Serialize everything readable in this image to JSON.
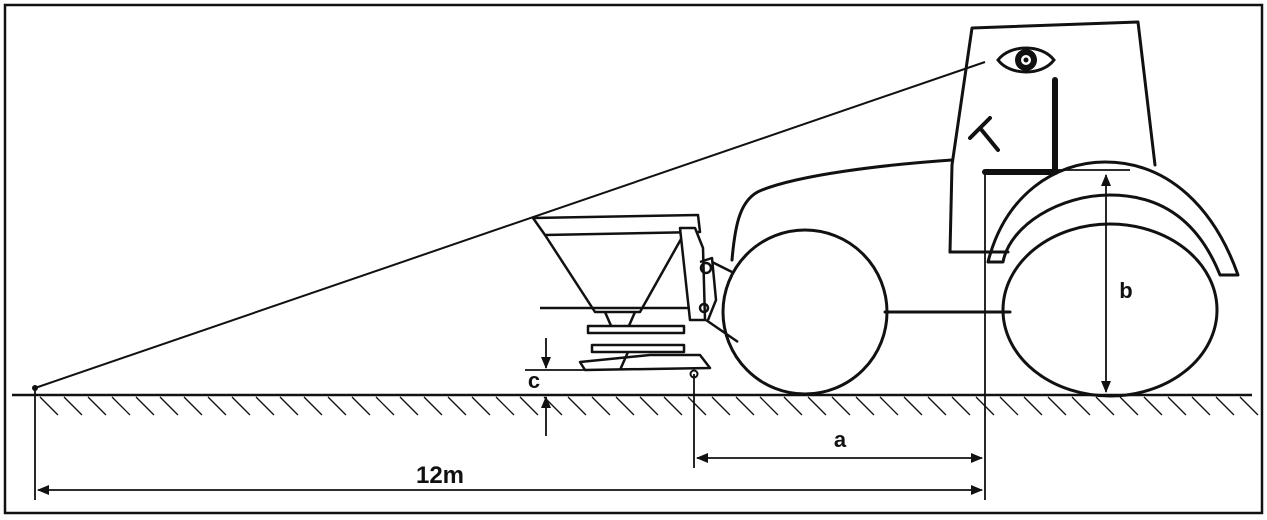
{
  "diagram": {
    "labels": {
      "a": "a",
      "b": "b",
      "c": "c",
      "distance": "12m"
    },
    "icons": {
      "eye": "eye-icon"
    },
    "colors": {
      "line": "#111111",
      "background": "#ffffff"
    }
  }
}
